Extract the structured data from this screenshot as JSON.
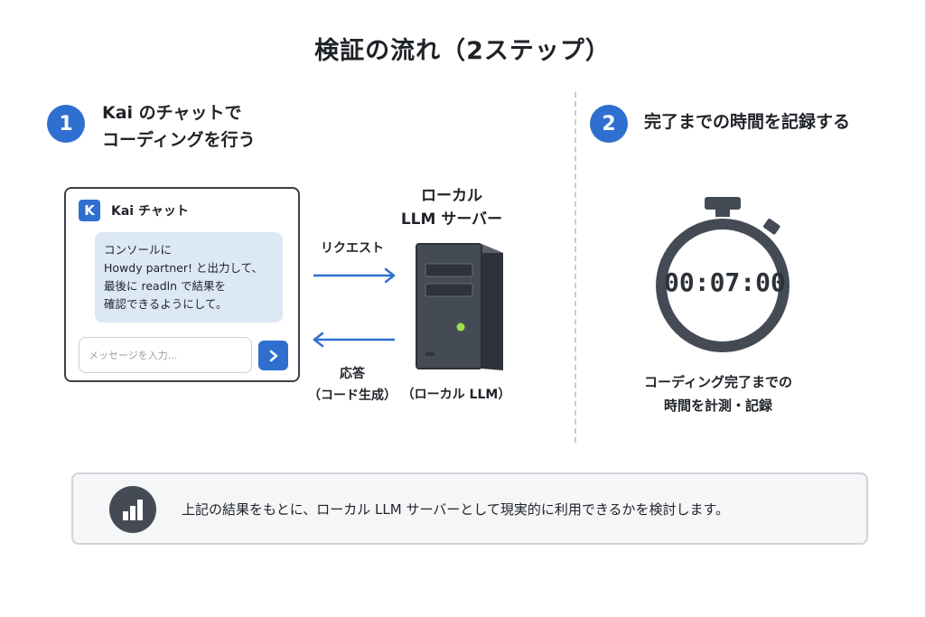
{
  "title": "検証の流れ（2ステップ）",
  "step1": {
    "number": "1",
    "title_line1": "Kai のチャットで",
    "title_line2": "コーディングを行う"
  },
  "chat": {
    "logo": "K",
    "title": "Kai チャット",
    "message_lines": [
      "コンソールに",
      "Howdy partner! と出力して、",
      "最後に readln で結果を",
      "確認できるようにして。"
    ],
    "input_placeholder": "メッセージを入力...",
    "send_icon": "chevron-right-icon"
  },
  "request_label": "リクエスト",
  "response_label_line1": "応答",
  "response_label_line2": "（コード生成）",
  "server": {
    "title_line1": "ローカル",
    "title_line2": "LLM サーバー",
    "caption": "（ローカル LLM）"
  },
  "step2": {
    "number": "2",
    "title": "完了までの時間を記録する"
  },
  "stopwatch": {
    "time": "00:07:00"
  },
  "caption_line1": "コーディング完了までの",
  "caption_line2": "時間を計測・記録",
  "summary": {
    "icon": "bar-chart-icon",
    "text": "上記の結果をもとに、ローカル LLM サーバーとして現実的に利用できるかを検討します。"
  },
  "colors": {
    "accent": "#2e6fd0",
    "dark": "#3b4048",
    "bubble": "#dde8f6"
  }
}
